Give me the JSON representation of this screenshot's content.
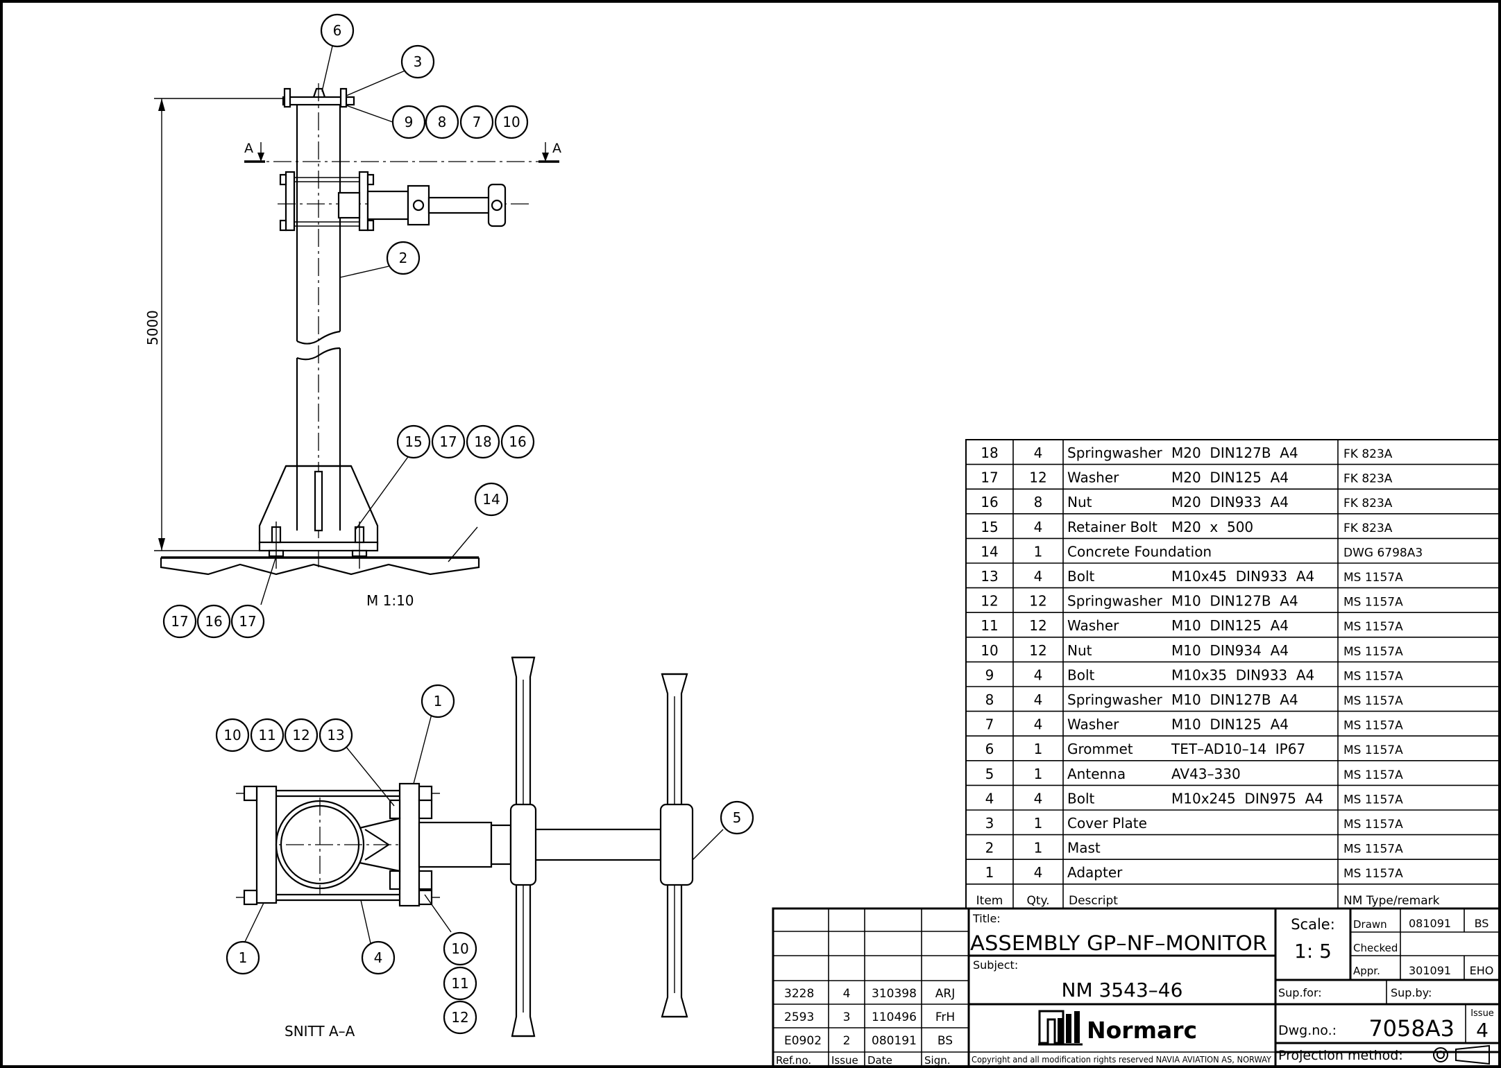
{
  "drawing": {
    "views": {
      "elevation_scale": "M 1:10",
      "section_label": "SNITT A–A",
      "section_mark": "A",
      "dimension_height": "5000"
    },
    "balloons_elevation": [
      "6",
      "3",
      "9",
      "8",
      "7",
      "10",
      "2",
      "15",
      "17",
      "18",
      "16",
      "14",
      "17",
      "16",
      "17"
    ],
    "balloons_section": [
      "1",
      "10",
      "11",
      "12",
      "13",
      "5",
      "1",
      "4",
      "10",
      "11",
      "12"
    ]
  },
  "parts_list": {
    "headers": {
      "item": "Item",
      "qty": "Qty.",
      "descript": "Descript",
      "type": "NM Type/remark"
    },
    "rows": [
      {
        "item": "18",
        "qty": "4",
        "name": "Springwasher",
        "spec": "M20  DIN127B  A4",
        "type": "FK 823A"
      },
      {
        "item": "17",
        "qty": "12",
        "name": "Washer",
        "spec": "M20  DIN125  A4",
        "type": "FK 823A"
      },
      {
        "item": "16",
        "qty": "8",
        "name": "Nut",
        "spec": "M20  DIN933  A4",
        "type": "FK 823A"
      },
      {
        "item": "15",
        "qty": "4",
        "name": "Retainer Bolt",
        "spec": "M20  x  500",
        "type": "FK 823A"
      },
      {
        "item": "14",
        "qty": "1",
        "name": "Concrete Foundation",
        "spec": "",
        "type": "DWG 6798A3"
      },
      {
        "item": "13",
        "qty": "4",
        "name": "Bolt",
        "spec": "M10x45  DIN933  A4",
        "type": "MS 1157A"
      },
      {
        "item": "12",
        "qty": "12",
        "name": "Springwasher",
        "spec": "M10  DIN127B  A4",
        "type": "MS 1157A"
      },
      {
        "item": "11",
        "qty": "12",
        "name": "Washer",
        "spec": "M10  DIN125  A4",
        "type": "MS 1157A"
      },
      {
        "item": "10",
        "qty": "12",
        "name": "Nut",
        "spec": "M10  DIN934  A4",
        "type": "MS 1157A"
      },
      {
        "item": "9",
        "qty": "4",
        "name": "Bolt",
        "spec": "M10x35  DIN933  A4",
        "type": "MS 1157A"
      },
      {
        "item": "8",
        "qty": "4",
        "name": "Springwasher",
        "spec": "M10  DIN127B  A4",
        "type": "MS 1157A"
      },
      {
        "item": "7",
        "qty": "4",
        "name": "Washer",
        "spec": "M10  DIN125  A4",
        "type": "MS 1157A"
      },
      {
        "item": "6",
        "qty": "1",
        "name": "Grommet",
        "spec": "TET–AD10–14  IP67",
        "type": "MS 1157A"
      },
      {
        "item": "5",
        "qty": "1",
        "name": "Antenna",
        "spec": "AV43–330",
        "type": "MS 1157A"
      },
      {
        "item": "4",
        "qty": "4",
        "name": "Bolt",
        "spec": "M10x245  DIN975  A4",
        "type": "MS 1157A"
      },
      {
        "item": "3",
        "qty": "1",
        "name": "Cover Plate",
        "spec": "",
        "type": "MS 1157A"
      },
      {
        "item": "2",
        "qty": "1",
        "name": "Mast",
        "spec": "",
        "type": "MS 1157A"
      },
      {
        "item": "1",
        "qty": "4",
        "name": "Adapter",
        "spec": "",
        "type": "MS 1157A"
      }
    ]
  },
  "revisions": {
    "headers": {
      "ref": "Ref.no.",
      "issue": "Issue",
      "date": "Date",
      "sign": "Sign."
    },
    "rows": [
      {
        "ref": "3228",
        "issue": "4",
        "date": "310398",
        "sign": "ARJ"
      },
      {
        "ref": "2593",
        "issue": "3",
        "date": "110496",
        "sign": "FrH"
      },
      {
        "ref": "E0902",
        "issue": "2",
        "date": "080191",
        "sign": "BS"
      }
    ]
  },
  "title_block": {
    "title_label": "Title:",
    "title": "ASSEMBLY  GP–NF–MONITOR",
    "subject_label": "Subject:",
    "subject": "NM  3543–46",
    "company": "Normarc",
    "copyright": "Copyright and all modification rights reserved NAVIA AVIATION AS, NORWAY",
    "scale_label": "Scale:",
    "scale": "1: 5",
    "drawn_label": "Drawn",
    "drawn_date": "081091",
    "drawn_sign": "BS",
    "checked_label": "Checked",
    "appr_label": "Appr.",
    "appr_date": "301091",
    "appr_sign": "EHO",
    "sup_for_label": "Sup.for:",
    "sup_by_label": "Sup.by:",
    "issue_label": "Issue",
    "issue": "4",
    "dwg_label": "Dwg.no.:",
    "dwg_no": "7058A3",
    "projection_label": "Projection  method:"
  }
}
